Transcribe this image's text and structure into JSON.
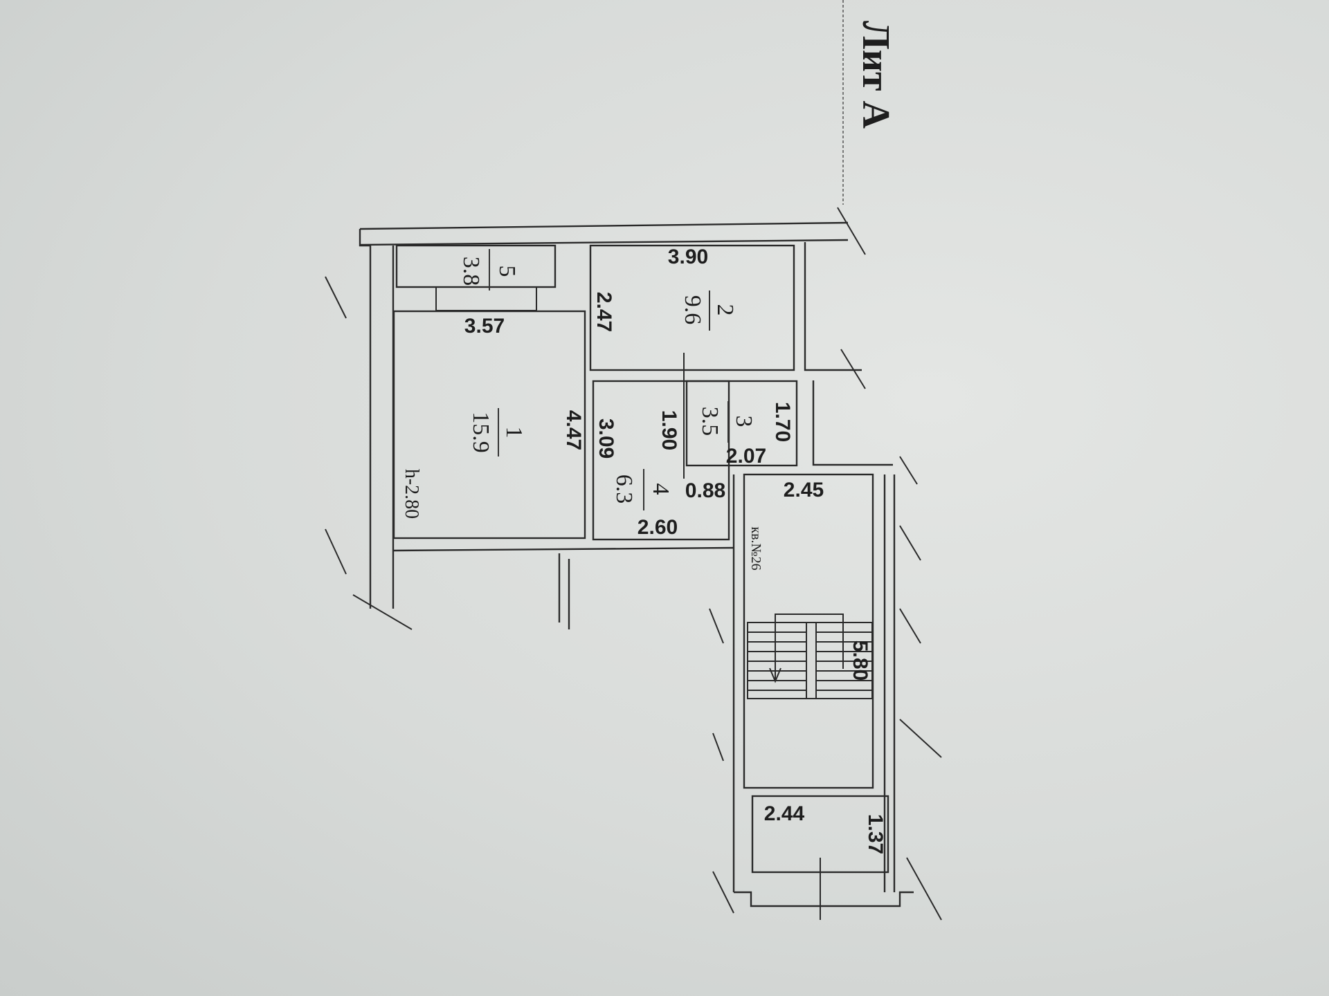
{
  "title": "Лит А",
  "apartment_label": "кв.№26",
  "ceiling_height": "h-2.80",
  "rooms": [
    {
      "number": "1",
      "area": "15.9"
    },
    {
      "number": "2",
      "area": "9.6"
    },
    {
      "number": "3",
      "area": "3.5"
    },
    {
      "number": "4",
      "area": "6.3"
    },
    {
      "number": "5",
      "area": "3.8"
    }
  ],
  "dimensions": {
    "room2_width": "3.90",
    "room2_length": "2.47",
    "room1_width": "3.57",
    "room1_length": "4.47",
    "room4_length": "3.09",
    "room4_width": "2.60",
    "room4_side": "1.90",
    "room3_length": "1.70",
    "room3_width": "2.07",
    "passage": "0.88",
    "stair_width": "2.45",
    "stair_length": "5.80",
    "vestibule_width": "2.44",
    "vestibule_length": "1.37"
  }
}
